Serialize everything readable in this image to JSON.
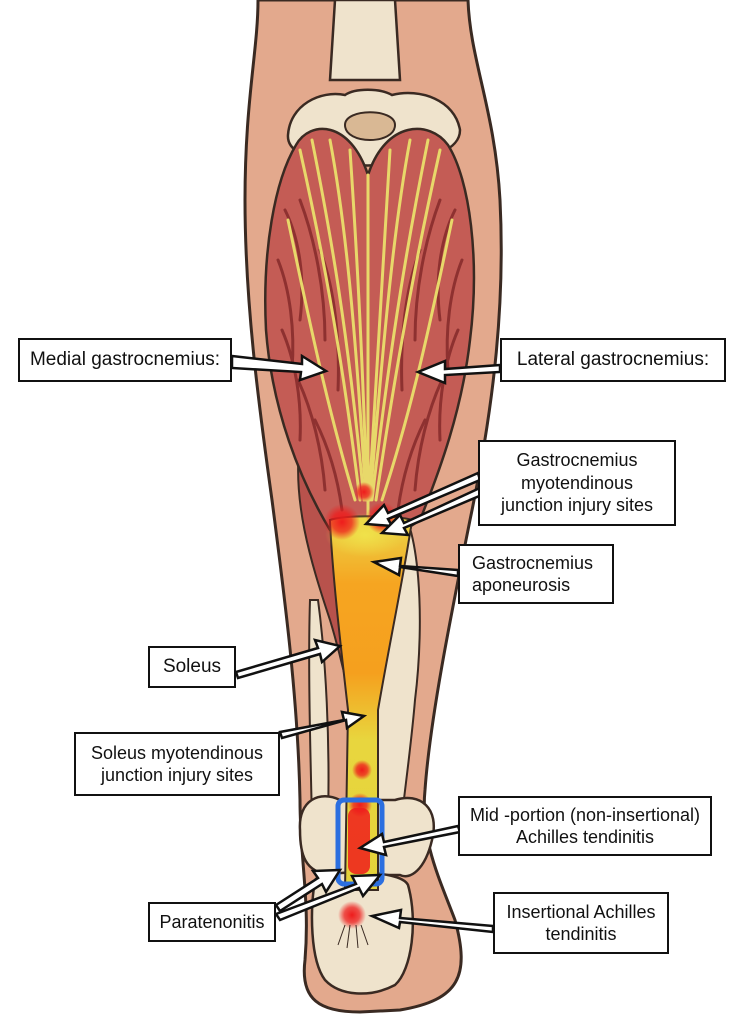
{
  "labels": {
    "medial_gastrocnemius": "Medial gastrocnemius:",
    "lateral_gastrocnemius": "Lateral gastrocnemius:",
    "gastrocnemius_mtj": [
      "Gastrocnemius",
      "myotendinous",
      "junction injury sites"
    ],
    "gastrocnemius_aponeurosis": [
      "Gastrocnemius",
      "aponeurosis"
    ],
    "soleus": "Soleus",
    "soleus_mtj": [
      "Soleus myotendinous",
      "junction injury sites"
    ],
    "mid_portion_tendinitis": [
      "Mid -portion (non-insertional)",
      "Achilles tendinitis"
    ],
    "paratenonitis": "Paratenonitis",
    "insertional_tendinitis": [
      "Insertional Achilles",
      "tendinitis"
    ]
  },
  "colors": {
    "skin": "#e3a98d",
    "skin_outline": "#3a2a22",
    "bone": "#efe3cc",
    "muscle": "#c45c55",
    "muscle_fibre": "#8e3130",
    "tendon_fibre": "#e8d86a",
    "tendon_orange": "#f59a1c",
    "tendon_yellow": "#e6d53a",
    "injury_red": "#ee1c1c",
    "paratenon_blue": "#2b6fe0",
    "label_border": "#111111"
  }
}
